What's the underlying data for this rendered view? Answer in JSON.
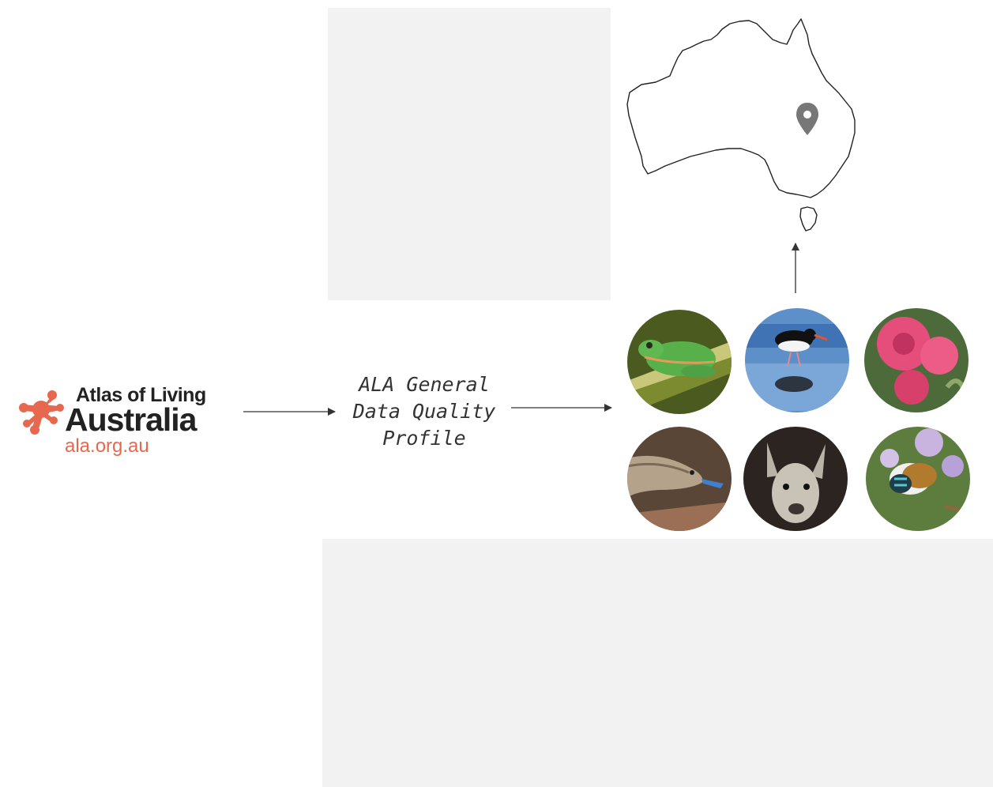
{
  "logo": {
    "line1": "Atlas of Living",
    "line2": "Australia",
    "line3": "ala.org.au",
    "brand_color": "#e8684f",
    "text_color": "#222222"
  },
  "profile": {
    "lines": [
      "ALA General",
      "Data Quality",
      "Profile"
    ]
  },
  "map": {
    "shape_icon": "australia-outline-icon",
    "marker_icon": "location-pin-icon",
    "marker_color": "#777777"
  },
  "photos": [
    {
      "icon": "frog-photo"
    },
    {
      "icon": "oystercatcher-photo"
    },
    {
      "icon": "eucalyptus-flower-photo"
    },
    {
      "icon": "blue-tongue-lizard-photo"
    },
    {
      "icon": "kangaroo-photo"
    },
    {
      "icon": "blue-banded-bee-photo"
    }
  ],
  "colors": {
    "panel_background": "#f2f2f2",
    "arrow": "#333333"
  }
}
